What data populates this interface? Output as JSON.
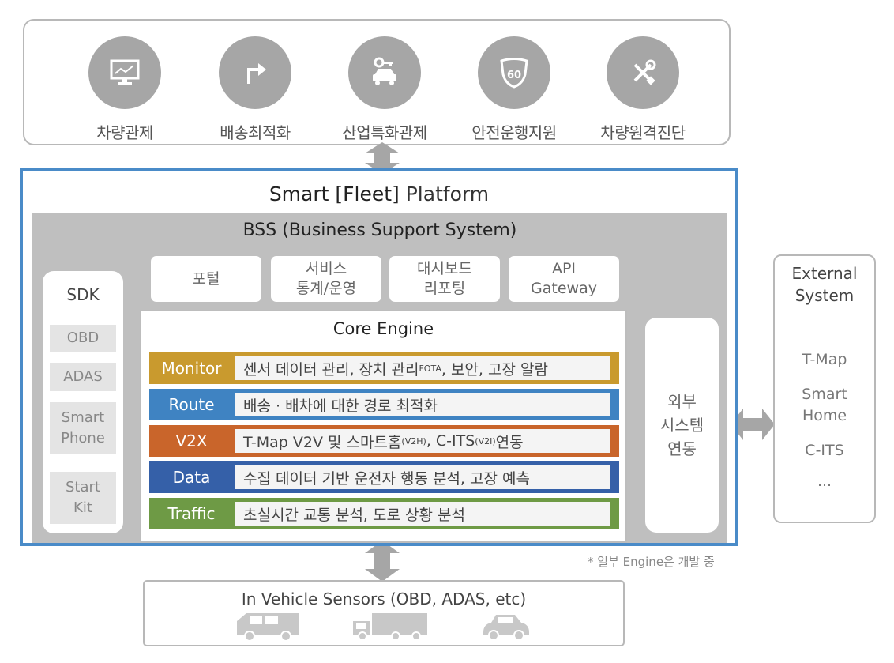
{
  "services": [
    {
      "label": "차량관제",
      "icon": "monitor-chart-icon"
    },
    {
      "label": "배송최적화",
      "icon": "turn-arrow-icon"
    },
    {
      "label": "산업특화관제",
      "icon": "car-key-icon"
    },
    {
      "label": "안전운행지원",
      "icon": "speed-limit-60-icon"
    },
    {
      "label": "차량원격진단",
      "icon": "wrench-screwdriver-icon"
    }
  ],
  "speed_badge": "60",
  "platform": {
    "title_bold": "Smart [Fleet]",
    "title_rest": " Platform"
  },
  "bss": {
    "title": "BSS (Business Support System)",
    "modules": [
      "포털",
      "서비스\n통계/운영",
      "대시보드\n리포팅",
      "API\nGateway"
    ]
  },
  "sdk": {
    "title": "SDK",
    "items": [
      "OBD",
      "ADAS",
      "Smart\nPhone",
      "Start\nKit"
    ]
  },
  "core": {
    "title": "Core Engine",
    "rows": [
      {
        "name": "Monitor",
        "desc_pre": "센서 데이터 관리, 장치 관리",
        "desc_sup": "FOTA",
        "desc_post": ", 보안, 고장 알람",
        "color": "#c99a2e"
      },
      {
        "name": "Route",
        "desc_pre": "배송 · 배차에 대한 경로 최적화",
        "desc_sup": "",
        "desc_post": "",
        "color": "#3f83c2"
      },
      {
        "name": "V2X",
        "desc_pre": "T-Map V2V 및 스마트홈",
        "desc_sup": "(V2H)",
        "desc_post": ", C-ITS",
        "desc_sup2": "(V2I)",
        "desc_post2": " 연동",
        "color": "#c9652b"
      },
      {
        "name": "Data",
        "desc_pre": "수집 데이터 기반 운전자 행동 분석, 고장 예측",
        "desc_sup": "",
        "desc_post": "",
        "color": "#3560a8"
      },
      {
        "name": "Traffic",
        "desc_pre": "초실시간 교통 분석, 도로 상황 분석",
        "desc_sup": "",
        "desc_post": "",
        "color": "#6e9a45"
      }
    ]
  },
  "external_link": "외부\n시스템\n연동",
  "external": {
    "title": "External\nSystem",
    "items": [
      "T-Map",
      "Smart\nHome",
      "C-ITS",
      "..."
    ]
  },
  "note": "* 일부 Engine은 개발 중",
  "sensors": {
    "title": "In Vehicle Sensors (OBD, ADAS, etc)",
    "icons": [
      "van-icon",
      "truck-icon",
      "car-icon"
    ]
  },
  "colors": {
    "platform_border": "#4a8bc8",
    "bss_bg": "#bfbfbf",
    "icon_circle": "#a6a6a6",
    "arrow": "#a6a6a6"
  }
}
